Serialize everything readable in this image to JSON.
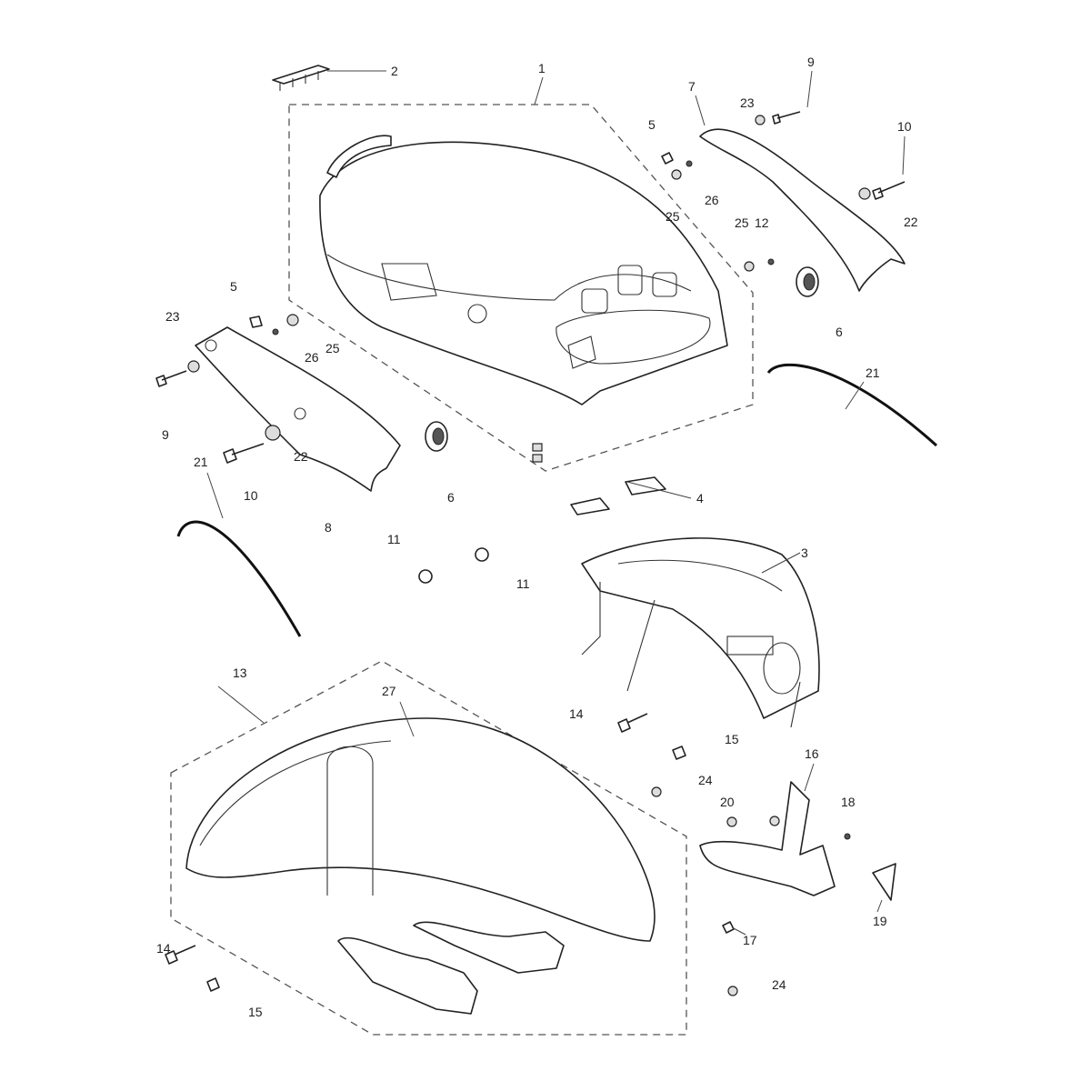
{
  "diagram": {
    "type": "exploded-parts-diagram",
    "callouts": [
      {
        "label": "1"
      },
      {
        "label": "2"
      },
      {
        "label": "3"
      },
      {
        "label": "4"
      },
      {
        "label": "5"
      },
      {
        "label": "5"
      },
      {
        "label": "6"
      },
      {
        "label": "6"
      },
      {
        "label": "7"
      },
      {
        "label": "8"
      },
      {
        "label": "9"
      },
      {
        "label": "9"
      },
      {
        "label": "10"
      },
      {
        "label": "10"
      },
      {
        "label": "11"
      },
      {
        "label": "11"
      },
      {
        "label": "12"
      },
      {
        "label": "13"
      },
      {
        "label": "14"
      },
      {
        "label": "14"
      },
      {
        "label": "15"
      },
      {
        "label": "15"
      },
      {
        "label": "16"
      },
      {
        "label": "17"
      },
      {
        "label": "18"
      },
      {
        "label": "19"
      },
      {
        "label": "20"
      },
      {
        "label": "21"
      },
      {
        "label": "21"
      },
      {
        "label": "22"
      },
      {
        "label": "22"
      },
      {
        "label": "23"
      },
      {
        "label": "23"
      },
      {
        "label": "24"
      },
      {
        "label": "24"
      },
      {
        "label": "25"
      },
      {
        "label": "25"
      },
      {
        "label": "26"
      },
      {
        "label": "26"
      },
      {
        "label": "27"
      }
    ]
  }
}
